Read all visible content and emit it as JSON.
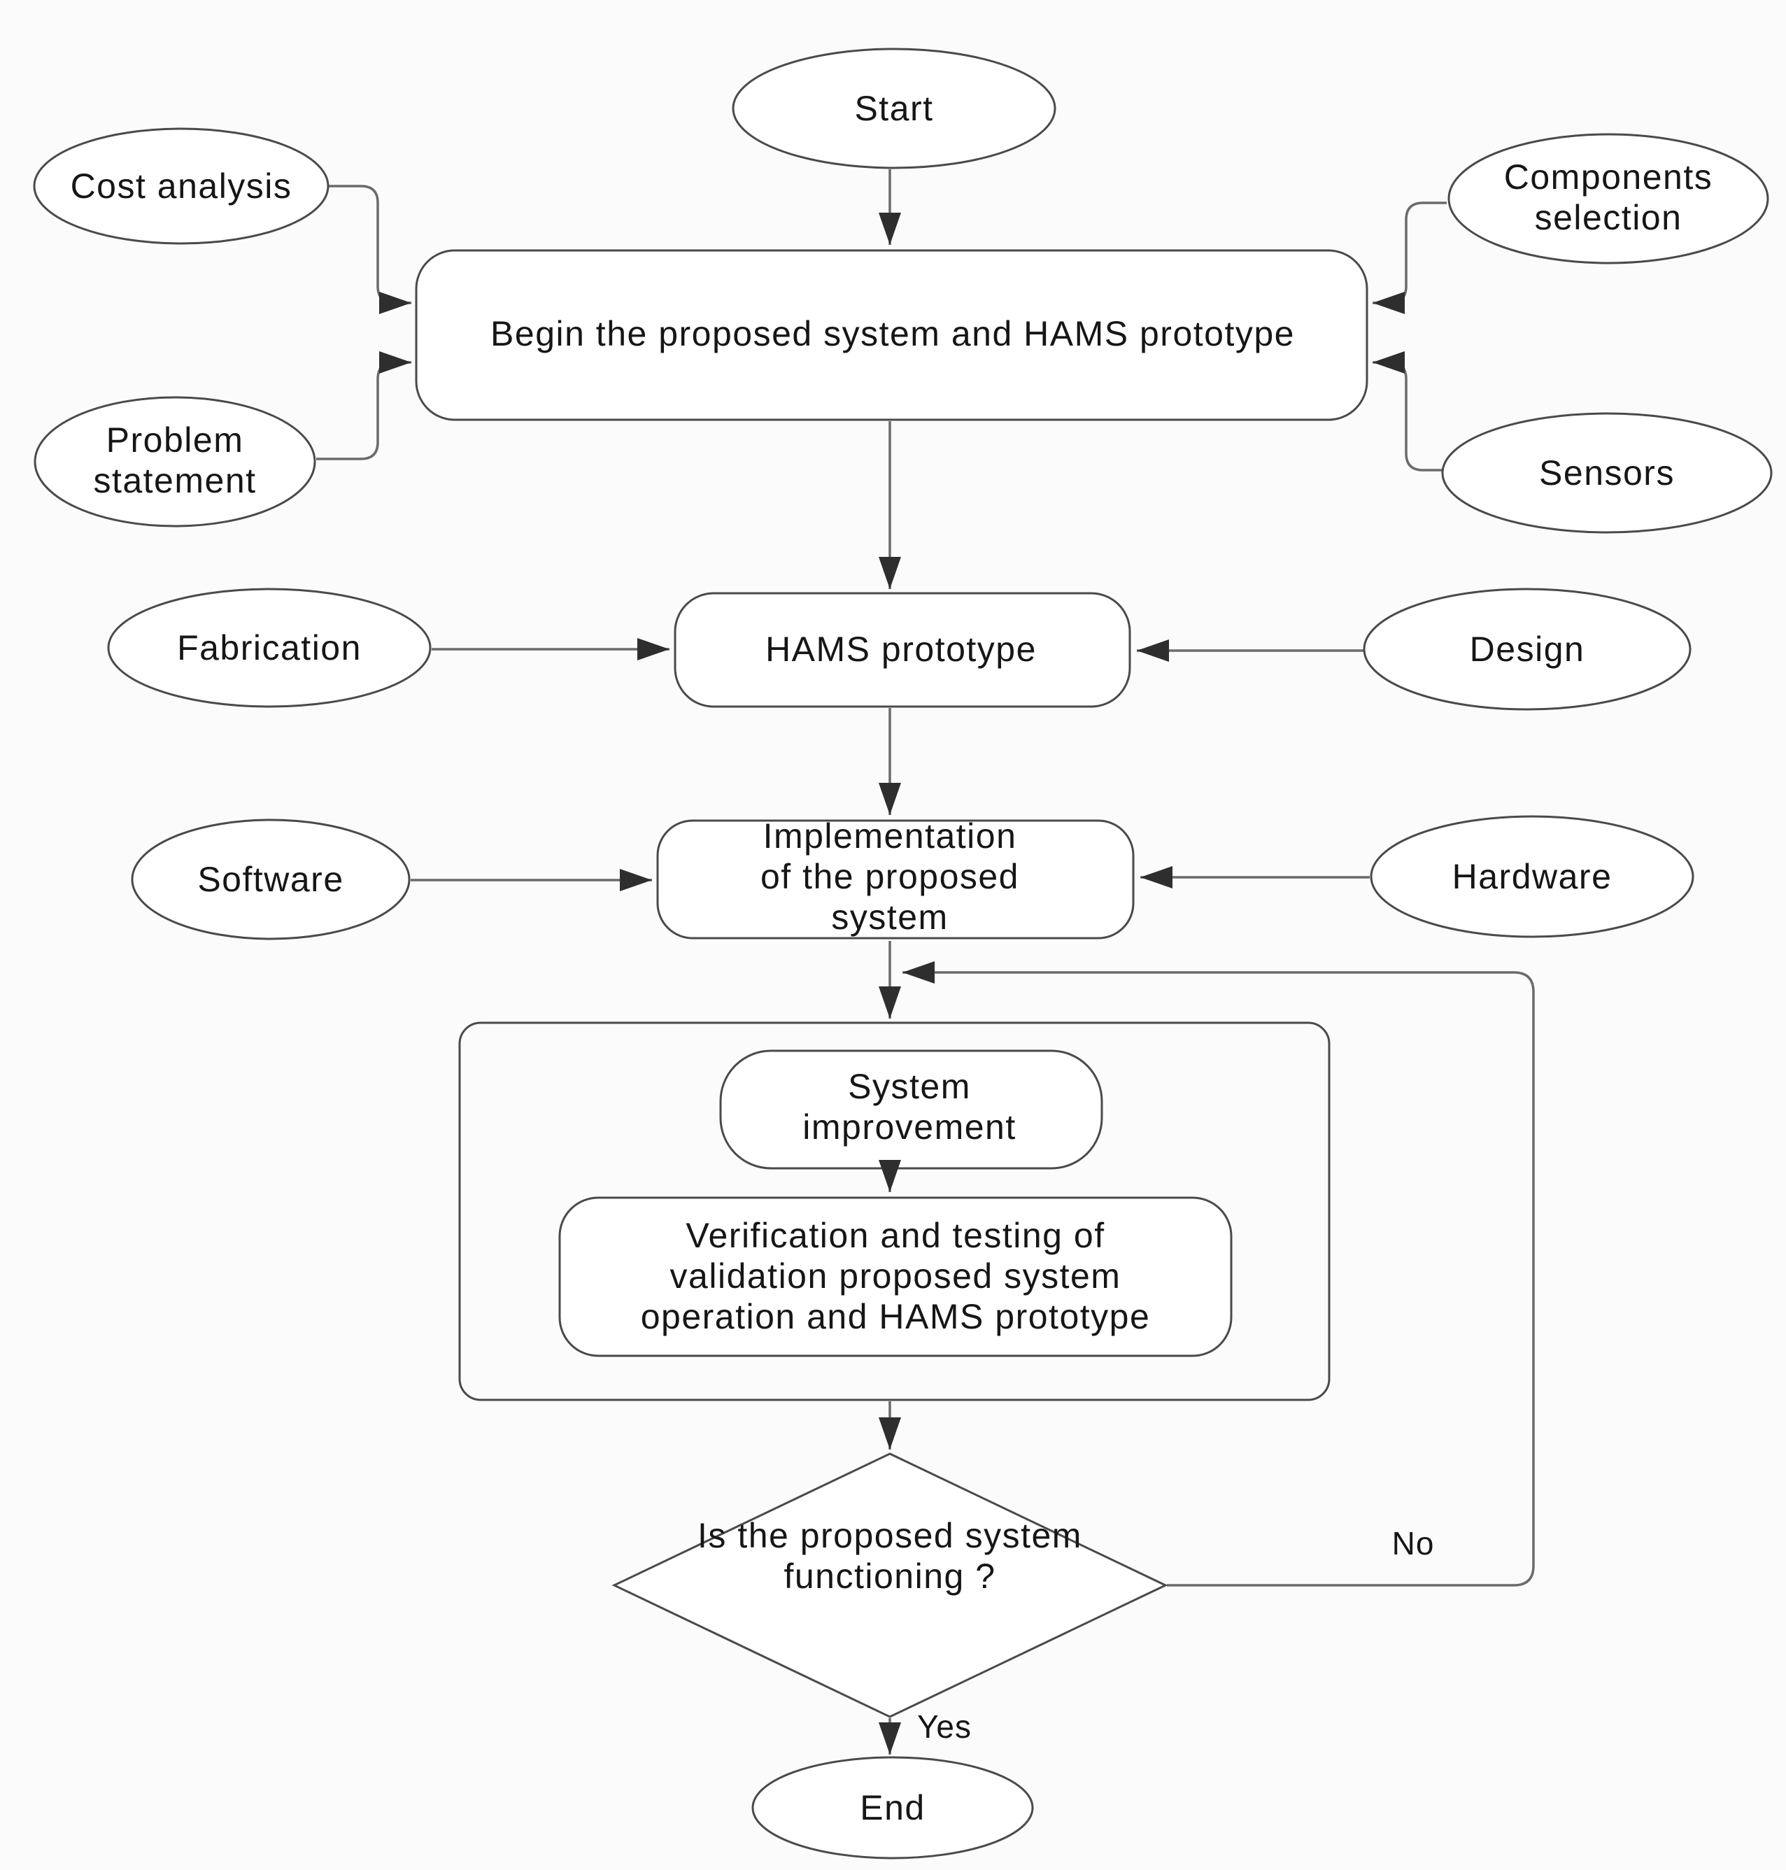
{
  "diagram": {
    "nodes": {
      "start": {
        "label": "Start",
        "type": "terminator"
      },
      "cost_analysis": {
        "label": "Cost analysis",
        "type": "input"
      },
      "components_selection": {
        "label": "Components selection",
        "type": "input"
      },
      "begin": {
        "label": "Begin the proposed system and HAMS prototype",
        "type": "process"
      },
      "problem_statement": {
        "label": "Problem statement",
        "type": "input"
      },
      "sensors": {
        "label": "Sensors",
        "type": "input"
      },
      "fabrication": {
        "label": "Fabrication",
        "type": "input"
      },
      "hams_prototype": {
        "label": "HAMS prototype",
        "type": "process"
      },
      "design": {
        "label": "Design",
        "type": "input"
      },
      "software": {
        "label": "Software",
        "type": "input"
      },
      "implementation": {
        "label": "Implementation of the proposed system",
        "type": "process"
      },
      "hardware": {
        "label": "Hardware",
        "type": "input"
      },
      "system_improvement": {
        "label": "System improvement",
        "type": "process"
      },
      "verification": {
        "label": "Verification and testing of validation proposed system operation and HAMS prototype",
        "type": "process"
      },
      "decision": {
        "label": "Is the proposed system functioning ?",
        "type": "decision"
      },
      "end": {
        "label": "End",
        "type": "terminator"
      }
    },
    "edge_labels": {
      "yes": "Yes",
      "no": "No"
    },
    "colors": {
      "background": "#fbfbfb",
      "shape_fill": "#ffffff",
      "shape_stroke": "#4a4a4a",
      "line": "#6b6b6b",
      "arrowhead": "#2e2e2e",
      "text": "#161616"
    }
  }
}
